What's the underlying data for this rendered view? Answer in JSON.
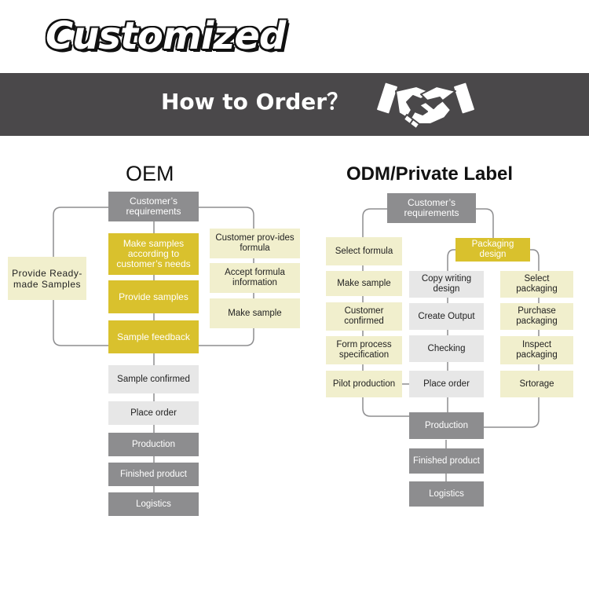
{
  "header": {
    "headline": "Customized",
    "banner_title": "How to Order？"
  },
  "icons": {
    "banner": "handshake-icon"
  },
  "colors": {
    "banner": "#4a484a",
    "gold": "#d9c12d",
    "grey": "#8d8d8f",
    "cream": "#f1efcd",
    "light": "#e7e7e7"
  },
  "oem": {
    "title": "OEM",
    "customer_requirements": "Customer’s requirements",
    "make_samples": "Make samples according to customer’s needs",
    "provide_samples": "Provide samples",
    "sample_feedback": "Sample feedback",
    "provide_ready_made": "Provide Ready-made Samples",
    "customer_formula": "Customer prov-ides formula",
    "accept_formula": "Accept formula information",
    "make_sample": "Make sample",
    "sample_confirmed": "Sample confirmed",
    "place_order": "Place order",
    "production": "Production",
    "finished_product": "Finished product",
    "logistics": "Logistics"
  },
  "odm": {
    "title": "ODM/Private Label",
    "customer_requirements": "Customer’s requirements",
    "select_formula": "Select formula",
    "make_sample": "Make sample",
    "customer_confirmed": "Customer confirmed",
    "form_process": "Form process specification",
    "pilot_production": "Pilot production",
    "packaging_design": "Packaging design",
    "copy_writing": "Copy writing design",
    "create_output": "Create Output",
    "checking": "Checking",
    "place_order": "Place order",
    "select_packaging": "Select packaging",
    "purchase_packaging": "Purchase packaging",
    "inspect_packaging": "Inspect packaging",
    "storage": "Srtorage",
    "production": "Production",
    "finished_product": "Finished product",
    "logistics": "Logistics"
  }
}
